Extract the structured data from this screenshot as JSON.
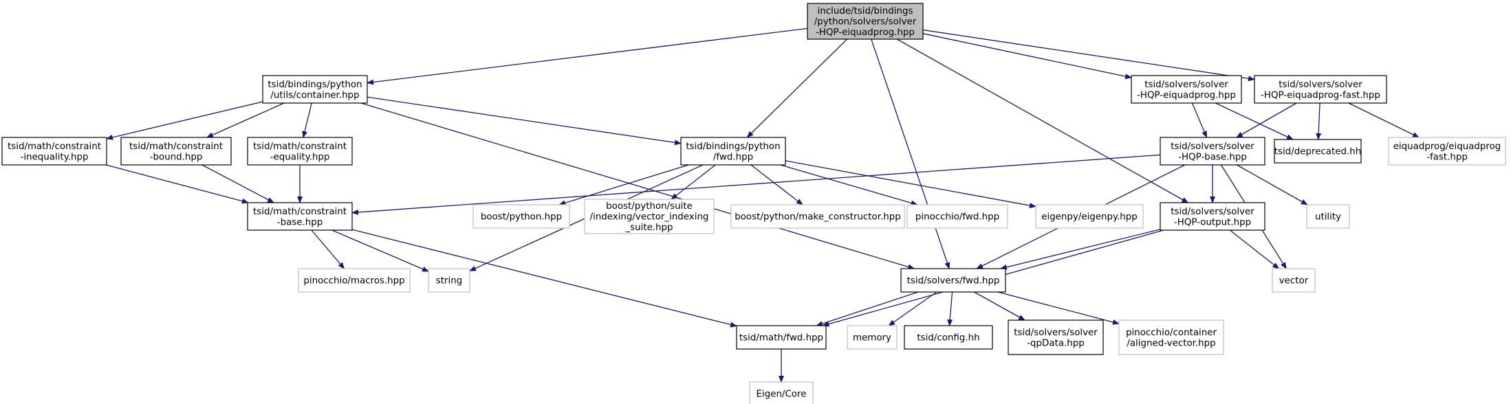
{
  "colors": {
    "edge": "#191970",
    "node_border": "#000000",
    "external_border": "#bfbfbf",
    "root_fill": "#bfbfbf",
    "node_fill": "#ffffff",
    "text": "#000000"
  },
  "nodes": [
    {
      "id": "root",
      "lines": [
        "include/tsid/bindings",
        "/python/solvers/solver",
        "-HQP-eiquadprog.hpp"
      ],
      "kind": "root"
    },
    {
      "id": "container",
      "lines": [
        "tsid/bindings/python",
        "/utils/container.hpp"
      ],
      "kind": "file"
    },
    {
      "id": "bindfwd",
      "lines": [
        "tsid/bindings/python",
        "/fwd.hpp"
      ],
      "kind": "file"
    },
    {
      "id": "hqpeiq",
      "lines": [
        "tsid/solvers/solver",
        "-HQP-eiquadprog.hpp"
      ],
      "kind": "file"
    },
    {
      "id": "hqpeiqfast",
      "lines": [
        "tsid/solvers/solver",
        "-HQP-eiquadprog-fast.hpp"
      ],
      "kind": "file"
    },
    {
      "id": "cineq",
      "lines": [
        "tsid/math/constraint",
        "-inequality.hpp"
      ],
      "kind": "file"
    },
    {
      "id": "cbound",
      "lines": [
        "tsid/math/constraint",
        "-bound.hpp"
      ],
      "kind": "file"
    },
    {
      "id": "ceq",
      "lines": [
        "tsid/math/constraint",
        "-equality.hpp"
      ],
      "kind": "file"
    },
    {
      "id": "hqpbase",
      "lines": [
        "tsid/solvers/solver",
        "-HQP-base.hpp"
      ],
      "kind": "file"
    },
    {
      "id": "deprecated",
      "lines": [
        "tsid/deprecated.hh"
      ],
      "kind": "file"
    },
    {
      "id": "eiqfast",
      "lines": [
        "eiquadprog/eiquadprog",
        "-fast.hpp"
      ],
      "kind": "external"
    },
    {
      "id": "cbase",
      "lines": [
        "tsid/math/constraint",
        "-base.hpp"
      ],
      "kind": "file"
    },
    {
      "id": "boostpy",
      "lines": [
        "boost/python.hpp"
      ],
      "kind": "external"
    },
    {
      "id": "vecidx",
      "lines": [
        "boost/python/suite",
        "/indexing/vector_indexing",
        "_suite.hpp"
      ],
      "kind": "external"
    },
    {
      "id": "makecons",
      "lines": [
        "boost/python/make_constructor.hpp"
      ],
      "kind": "external"
    },
    {
      "id": "pinfwd",
      "lines": [
        "pinocchio/fwd.hpp"
      ],
      "kind": "external"
    },
    {
      "id": "eigenpy",
      "lines": [
        "eigenpy/eigenpy.hpp"
      ],
      "kind": "external"
    },
    {
      "id": "hqpout",
      "lines": [
        "tsid/solvers/solver",
        "-HQP-output.hpp"
      ],
      "kind": "file"
    },
    {
      "id": "utility",
      "lines": [
        "utility"
      ],
      "kind": "external"
    },
    {
      "id": "pinmacros",
      "lines": [
        "pinocchio/macros.hpp"
      ],
      "kind": "external"
    },
    {
      "id": "string",
      "lines": [
        "string"
      ],
      "kind": "external"
    },
    {
      "id": "solversfwd",
      "lines": [
        "tsid/solvers/fwd.hpp"
      ],
      "kind": "file"
    },
    {
      "id": "vector",
      "lines": [
        "vector"
      ],
      "kind": "external"
    },
    {
      "id": "mathfwd",
      "lines": [
        "tsid/math/fwd.hpp"
      ],
      "kind": "file"
    },
    {
      "id": "memory",
      "lines": [
        "memory"
      ],
      "kind": "external"
    },
    {
      "id": "config",
      "lines": [
        "tsid/config.hh"
      ],
      "kind": "file"
    },
    {
      "id": "qpdata",
      "lines": [
        "tsid/solvers/solver",
        "-qpData.hpp"
      ],
      "kind": "file"
    },
    {
      "id": "alignedvec",
      "lines": [
        "pinocchio/container",
        "/aligned-vector.hpp"
      ],
      "kind": "external"
    },
    {
      "id": "eigencore",
      "lines": [
        "Eigen/Core"
      ],
      "kind": "external"
    }
  ],
  "edges": [
    [
      "root",
      "container"
    ],
    [
      "root",
      "bindfwd"
    ],
    [
      "root",
      "hqpeiq"
    ],
    [
      "root",
      "hqpeiqfast"
    ],
    [
      "root",
      "hqpout"
    ],
    [
      "root",
      "solversfwd"
    ],
    [
      "container",
      "cineq"
    ],
    [
      "container",
      "cbound"
    ],
    [
      "container",
      "ceq"
    ],
    [
      "container",
      "bindfwd"
    ],
    [
      "container",
      "solversfwd"
    ],
    [
      "cineq",
      "cbase"
    ],
    [
      "cbound",
      "cbase"
    ],
    [
      "ceq",
      "cbase"
    ],
    [
      "cbase",
      "pinmacros"
    ],
    [
      "cbase",
      "string"
    ],
    [
      "cbase",
      "mathfwd"
    ],
    [
      "bindfwd",
      "boostpy"
    ],
    [
      "bindfwd",
      "vecidx"
    ],
    [
      "bindfwd",
      "makecons"
    ],
    [
      "bindfwd",
      "pinfwd"
    ],
    [
      "bindfwd",
      "eigenpy"
    ],
    [
      "bindfwd",
      "string"
    ],
    [
      "hqpeiq",
      "hqpbase"
    ],
    [
      "hqpeiq",
      "deprecated"
    ],
    [
      "hqpeiqfast",
      "hqpbase"
    ],
    [
      "hqpeiqfast",
      "deprecated"
    ],
    [
      "hqpeiqfast",
      "eiqfast"
    ],
    [
      "hqpbase",
      "cbase"
    ],
    [
      "hqpbase",
      "hqpout"
    ],
    [
      "hqpbase",
      "utility"
    ],
    [
      "hqpbase",
      "vector"
    ],
    [
      "hqpbase",
      "solversfwd"
    ],
    [
      "hqpout",
      "mathfwd"
    ],
    [
      "hqpout",
      "solversfwd"
    ],
    [
      "hqpout",
      "vector"
    ],
    [
      "solversfwd",
      "mathfwd"
    ],
    [
      "solversfwd",
      "memory"
    ],
    [
      "solversfwd",
      "config"
    ],
    [
      "solversfwd",
      "qpdata"
    ],
    [
      "solversfwd",
      "alignedvec"
    ],
    [
      "mathfwd",
      "eigencore"
    ]
  ]
}
